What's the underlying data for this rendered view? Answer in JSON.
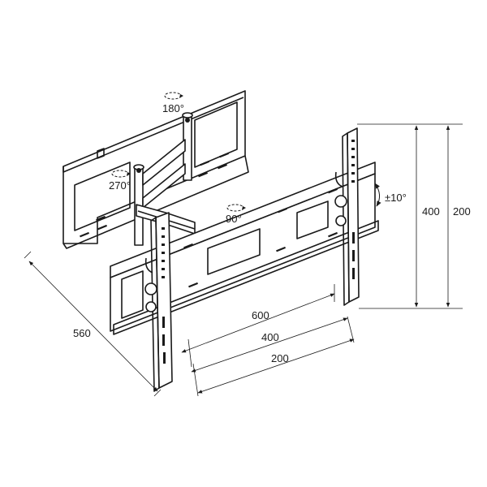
{
  "labels": {
    "rot_180": "180°",
    "rot_270": "270°",
    "rot_90": "90°",
    "tilt": "±10°",
    "height_400": "400",
    "height_200": "200",
    "width_600": "600",
    "width_400": "400",
    "width_200": "200",
    "depth_560": "560"
  }
}
